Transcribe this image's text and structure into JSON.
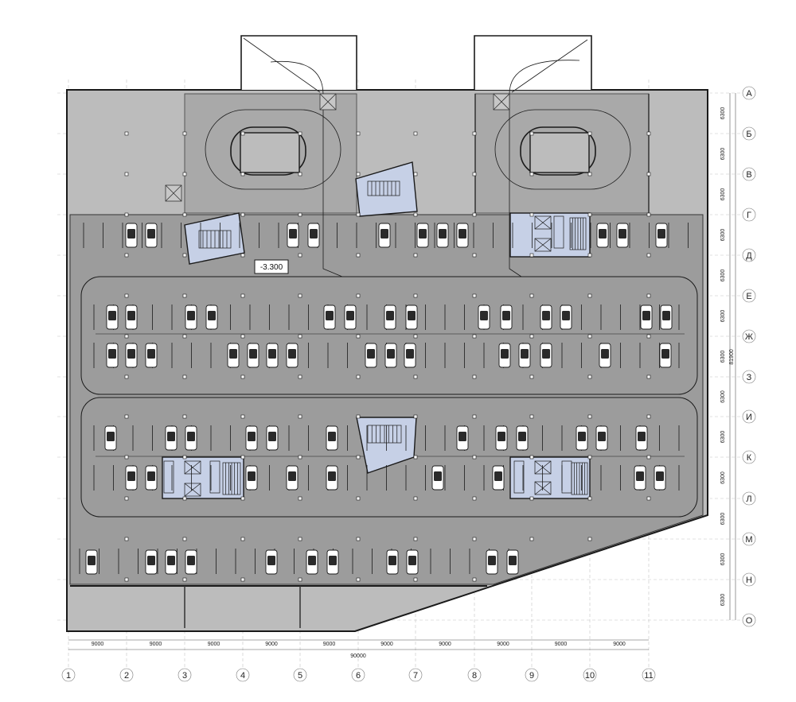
{
  "level_label": "-3.300",
  "column_axes": [
    "1",
    "2",
    "3",
    "4",
    "5",
    "6",
    "7",
    "8",
    "9",
    "10",
    "11"
  ],
  "row_axes": [
    "А",
    "Б",
    "В",
    "Г",
    "Д",
    "Е",
    "Ж",
    "З",
    "И",
    "К",
    "Л",
    "М",
    "Н",
    "О"
  ],
  "column_spacings": [
    "9000",
    "9000",
    "9000",
    "9000",
    "9000",
    "9000",
    "9000",
    "9000",
    "9000",
    "9000"
  ],
  "total_width": "90000",
  "row_spacings": [
    "6300",
    "6300",
    "6300",
    "6300",
    "6300",
    "6300",
    "6300",
    "6300",
    "6300",
    "6300",
    "6300",
    "6300",
    "6300"
  ],
  "total_depth": "81900",
  "colors": {
    "slab": "#bcbcbc",
    "ramp_zone": "#a9a9a9",
    "parking_floor": "#9c9c9c",
    "core_fill": "#c6d0e6",
    "line": "#1a1a1a",
    "axis": "#b0b0b0"
  }
}
